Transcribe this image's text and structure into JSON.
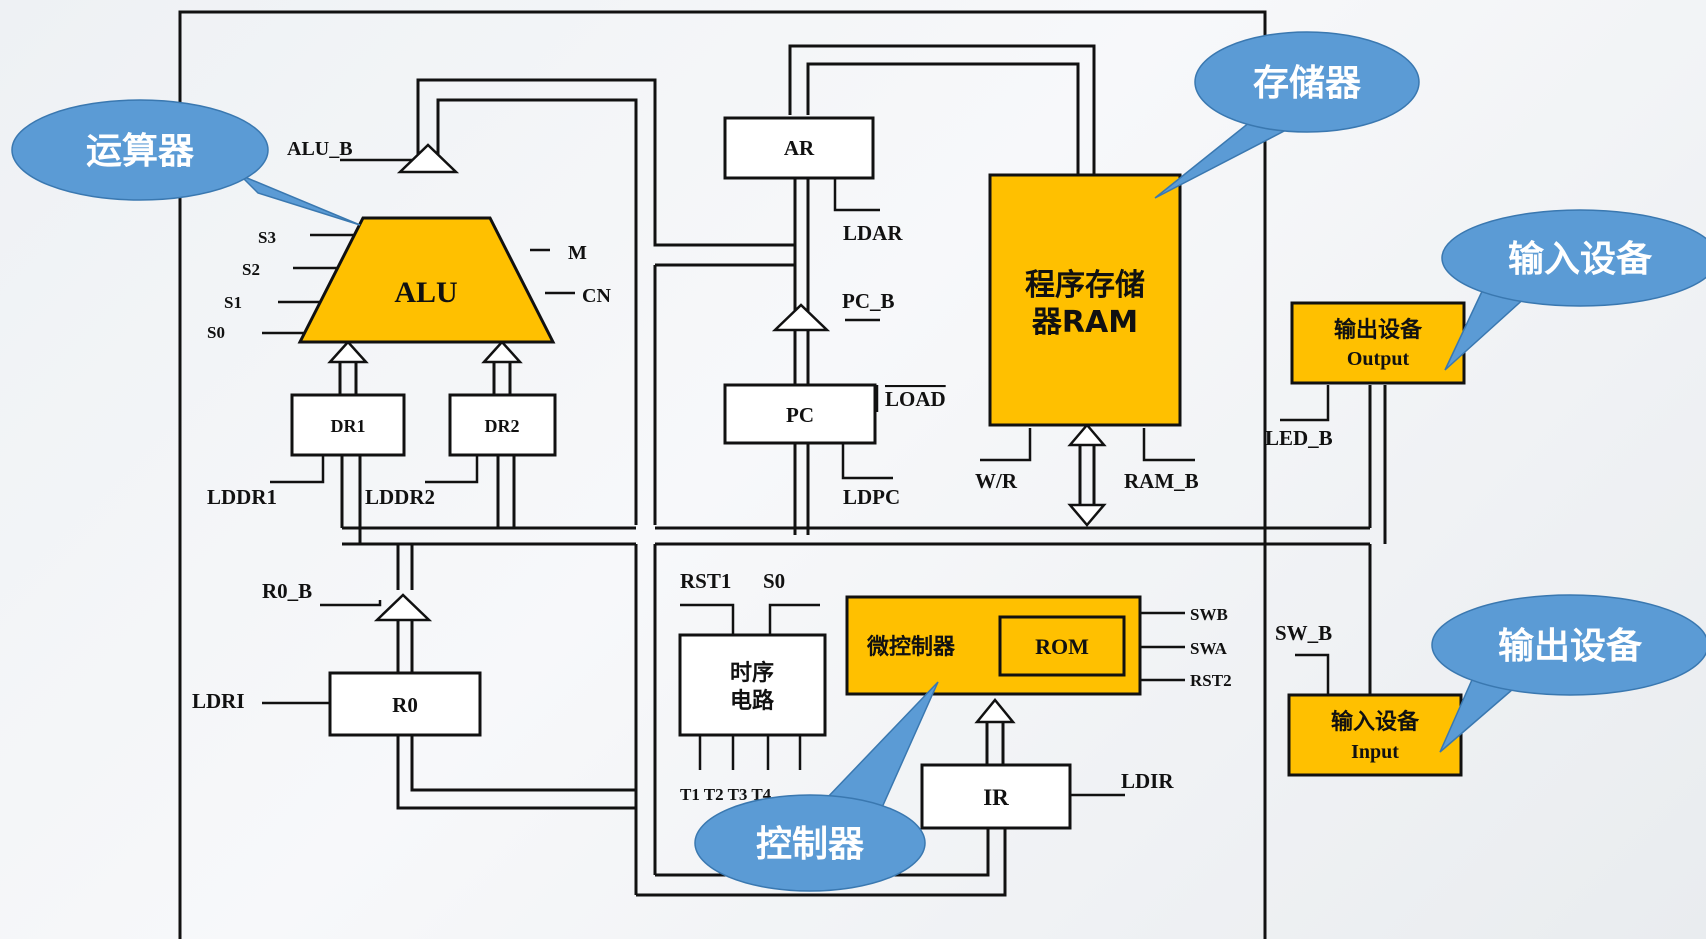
{
  "colors": {
    "accent": "#FFC000",
    "callout": "#5B9BD5",
    "callout_text": "#FFFFFF",
    "line": "#111111"
  },
  "alu": {
    "label": "ALU",
    "bus_gate": "ALU_B",
    "selects": [
      "S3",
      "S2",
      "S1",
      "S0"
    ],
    "m": "M",
    "cn": "CN"
  },
  "dr1": {
    "label": "DR1",
    "load": "LDDR1"
  },
  "dr2": {
    "label": "DR2",
    "load": "LDDR2"
  },
  "r0": {
    "label": "R0",
    "bus_gate": "R0_B",
    "load": "LDRI"
  },
  "ar": {
    "label": "AR",
    "load": "LDAR"
  },
  "pc": {
    "label": "PC",
    "bus_gate": "PC_B",
    "load": "LOAD",
    "ldpc": "LDPC"
  },
  "ram": {
    "label_line1": "程序存储",
    "label_line2": "器RAM",
    "wr": "W/R",
    "bus_gate": "RAM_B"
  },
  "timing": {
    "label_line1": "时序",
    "label_line2": "电路",
    "inputs": [
      "RST1",
      "S0"
    ],
    "outputs": "T1 T2 T3 T4"
  },
  "micro": {
    "label": "微控制器",
    "rom": "ROM",
    "signals": [
      "SWB",
      "SWA",
      "RST2"
    ]
  },
  "ir": {
    "label": "IR",
    "load": "LDIR"
  },
  "output_dev": {
    "label_cn": "输出设备",
    "label_en": "Output",
    "gate": "LED_B"
  },
  "input_dev": {
    "label_cn": "输入设备",
    "label_en": "Input",
    "gate": "SW_B"
  },
  "callouts": {
    "alu": "运算器",
    "memory": "存储器",
    "controller": "控制器",
    "input": "输入设备",
    "output": "输出设备"
  }
}
